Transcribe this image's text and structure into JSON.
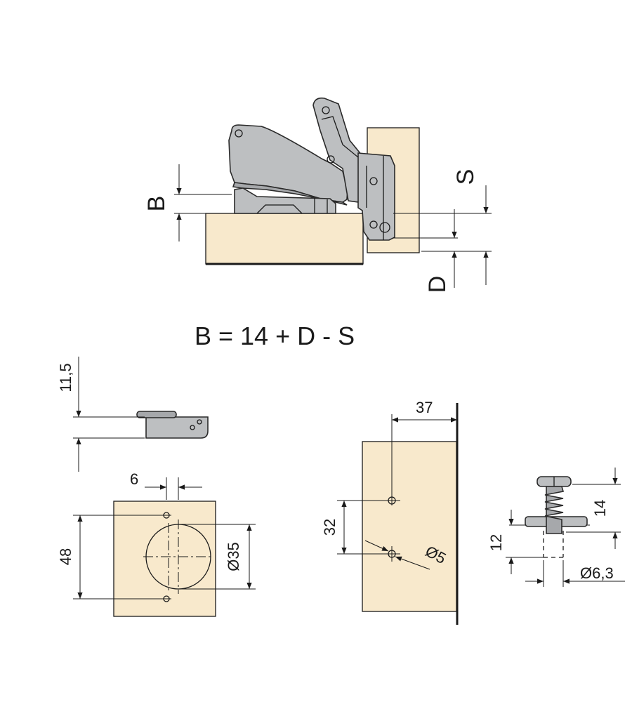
{
  "colors": {
    "wood": "#F8E9CC",
    "metal": "#BDBFC1",
    "metal_dark": "#A6A8AB",
    "line": "#1A1A1A"
  },
  "top_view": {
    "label_b": "B",
    "label_s": "S",
    "label_d": "D"
  },
  "formula": "B = 14 + D - S",
  "plate_side": {
    "height_label": "11,5"
  },
  "plate_front": {
    "offset_label": "6",
    "spacing_label": "48",
    "cup_label": "Ø35"
  },
  "cabinet_side": {
    "distance_label": "37",
    "spacing_label": "32",
    "hole_label": "Ø5"
  },
  "screw": {
    "length_label": "14",
    "depth_label": "12",
    "diameter_label": "Ø6,3"
  }
}
